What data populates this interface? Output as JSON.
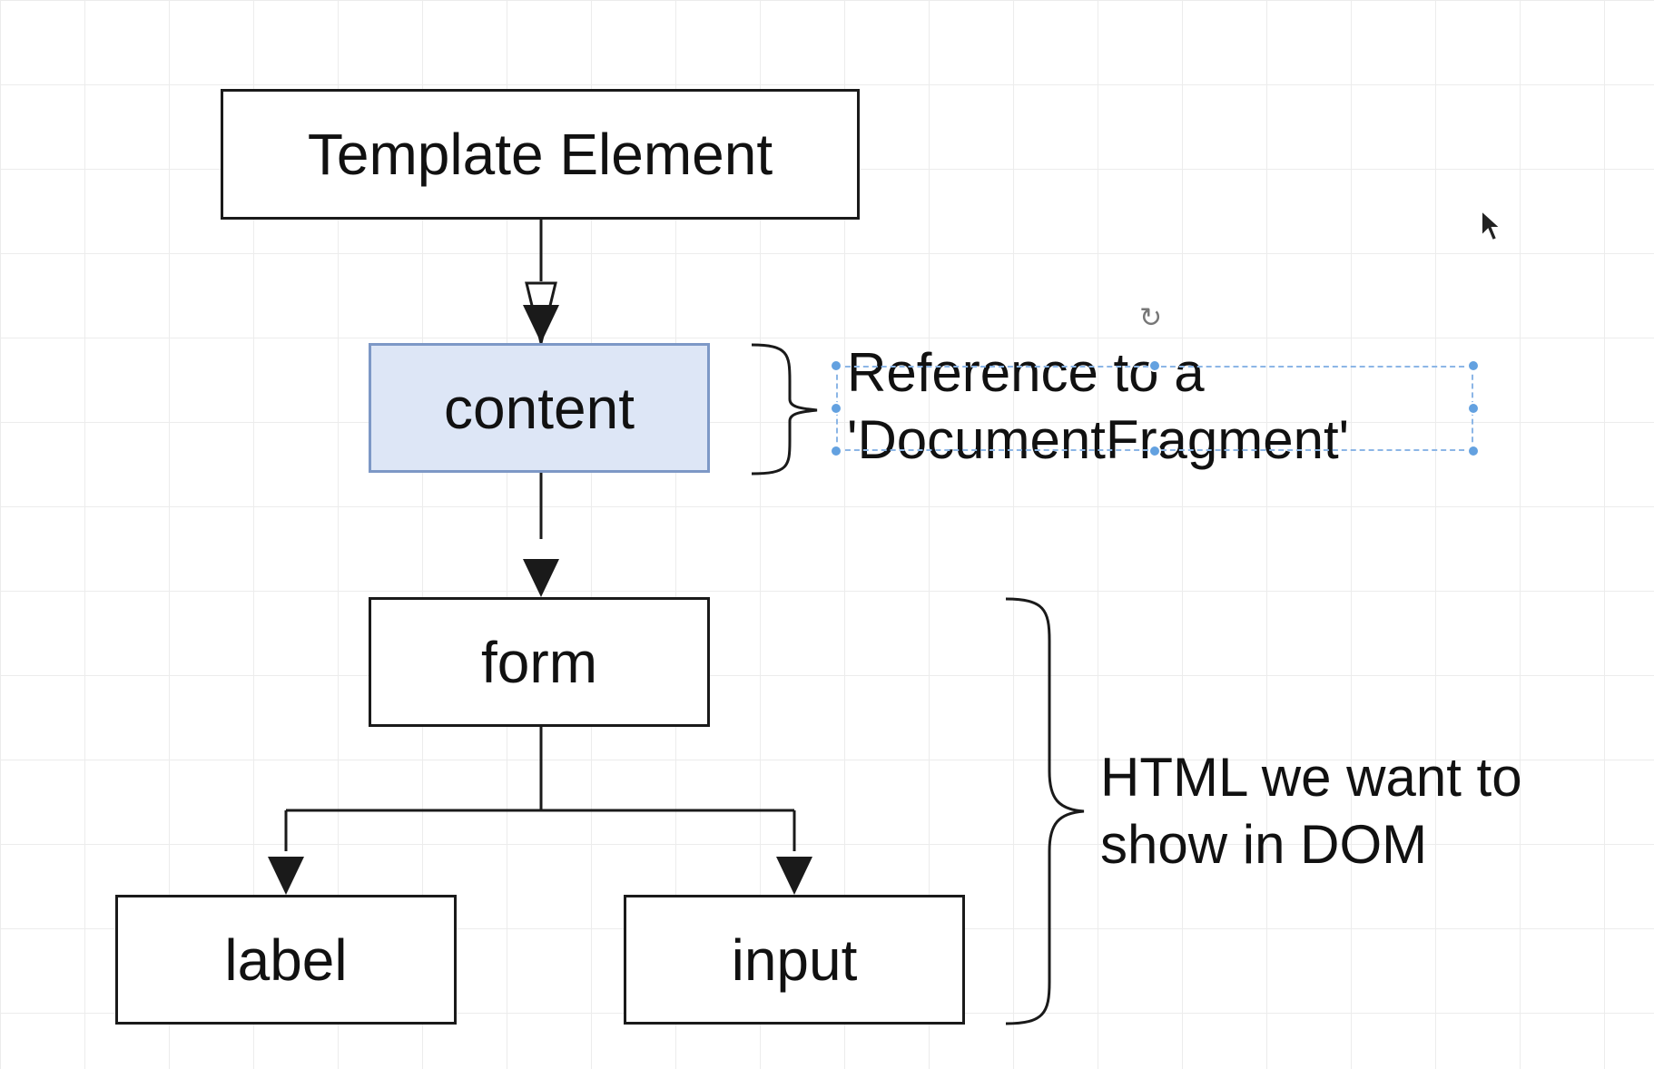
{
  "nodes": {
    "template_element": "Template Element",
    "content": "content",
    "form": "form",
    "label": "label",
    "input": "input"
  },
  "annotations": {
    "fragment_line1": "Reference to a",
    "fragment_line2": "'DocumentFragment'",
    "html_line1": "HTML we want to",
    "html_line2": "show in DOM"
  },
  "colors": {
    "selected_fill": "#dde6f6",
    "selected_border": "#7d98c6",
    "selection_handle": "#63a1e0",
    "stroke": "#1a1a1a"
  },
  "icons": {
    "rotate": "rotate-handle-icon",
    "cursor": "mouse-pointer-icon"
  }
}
